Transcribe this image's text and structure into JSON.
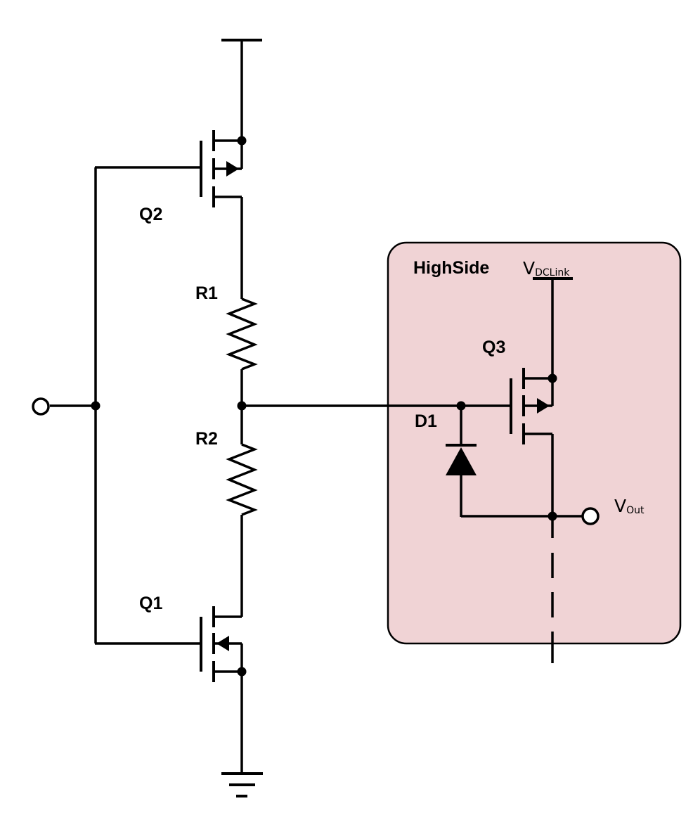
{
  "highside": {
    "title": "HighSide",
    "fill": "#f0d3d5",
    "vdclink": {
      "main": "V",
      "sub": "DCLink"
    },
    "vout": {
      "main": "V",
      "sub": "Out"
    }
  },
  "components": {
    "q1": "Q1",
    "q2": "Q2",
    "q3": "Q3",
    "r1": "R1",
    "r2": "R2",
    "d1": "D1"
  }
}
